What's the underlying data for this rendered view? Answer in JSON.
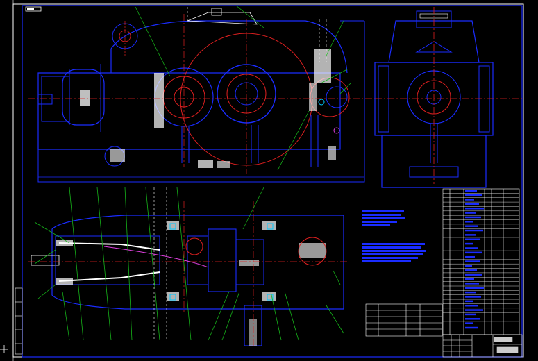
{
  "drawing": {
    "background": "#000000",
    "frame_color": "#ffffff",
    "colors": {
      "outline": "#1a2cff",
      "centerline": "#ff2020",
      "leader": "#16b51a",
      "hatch": "#ffffff",
      "gear": "#e02020",
      "cyan_accent": "#00c8ff",
      "magenta_accent": "#e040e0",
      "note_text": "#1a2cff"
    },
    "views": [
      "front-view",
      "side-view",
      "plan-section-view"
    ],
    "title_block": {
      "present": true,
      "parts_list_rows": 33
    },
    "notes_blocks": 3
  },
  "ui": {
    "crosshair_cursor_icon": "crosshair-cursor-icon",
    "ucs_icon": "ucs-icon"
  }
}
